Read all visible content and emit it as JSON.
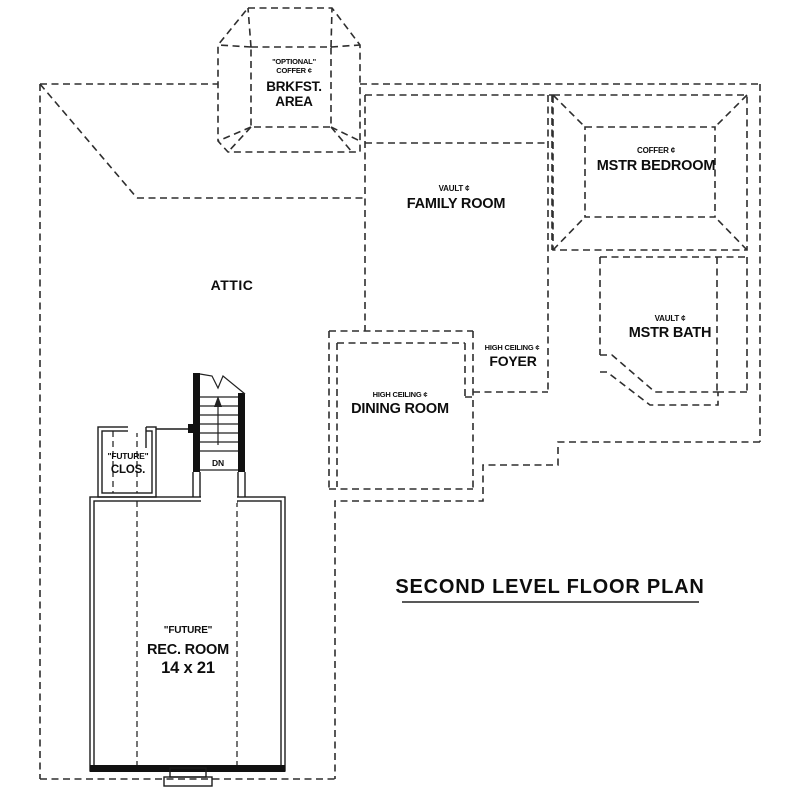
{
  "plan": {
    "title": "SECOND LEVEL FLOOR PLAN",
    "rooms": {
      "attic": {
        "name": "ATTIC"
      },
      "brkfst": {
        "note1": "\"OPTIONAL\"",
        "note2": "COFFER ¢",
        "name1": "BRKFST.",
        "name2": "AREA"
      },
      "family": {
        "note": "VAULT ¢",
        "name": "FAMILY ROOM"
      },
      "mstr_bedroom": {
        "note": "COFFER ¢",
        "name": "MSTR BEDROOM"
      },
      "mstr_bath": {
        "note": "VAULT ¢",
        "name": "MSTR BATH"
      },
      "foyer": {
        "note": "HIGH CEILING ¢",
        "name": "FOYER"
      },
      "dining": {
        "note": "HIGH CEILING ¢",
        "name": "DINING ROOM"
      },
      "future_closet": {
        "name1": "\"FUTURE\"",
        "name2": "CLOS."
      },
      "future_rec_room": {
        "name1": "\"FUTURE\"",
        "name2": "REC. ROOM",
        "dims": "14 x 21"
      },
      "stairs": {
        "direction": "DN"
      }
    },
    "colors": {
      "line": "#2e2e2e",
      "text": "#0d0d0d",
      "background": "#ffffff"
    }
  }
}
